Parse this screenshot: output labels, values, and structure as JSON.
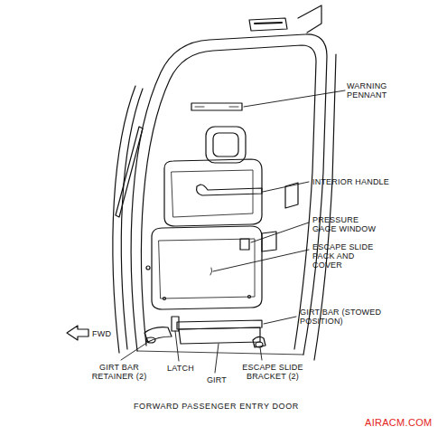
{
  "diagram": {
    "caption": "FORWARD PASSENGER ENTRY DOOR",
    "labels": [
      "WARNING PENNANT",
      "INTERIOR HANDLE",
      "PRESSURE GAGE WINDOW",
      "ESCAPE SLIDE PACK AND COVER",
      "GIRT BAR (STOWED POSITION)",
      "FWD",
      "GIRT BAR RETAINER (2)",
      "LATCH",
      "GIRT",
      "ESCAPE SLIDE BRACKET (2)",
      "AIRACM.COM"
    ]
  }
}
